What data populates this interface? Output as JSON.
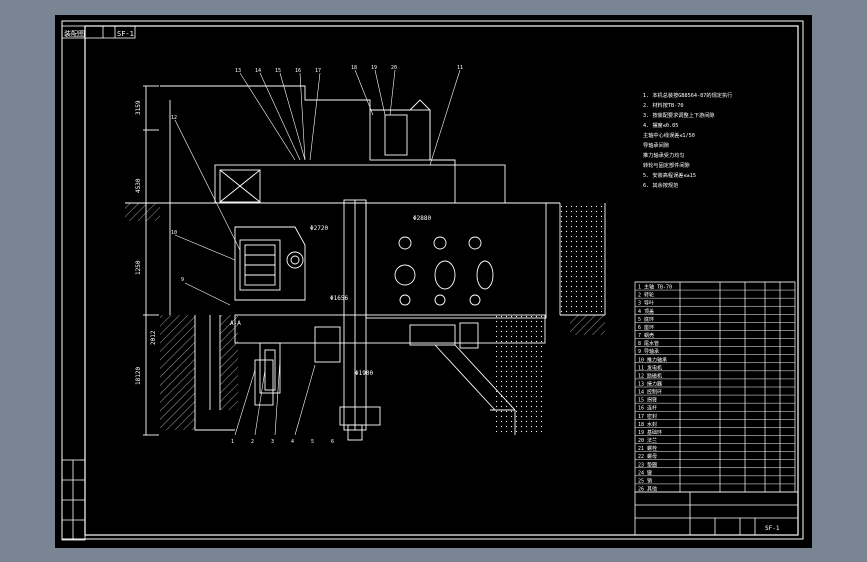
{
  "title_block": {
    "top_left_label": "装配图",
    "top_left_code": "SF-1"
  },
  "section_label": "A-A",
  "dims": {
    "vertical": [
      "3159",
      "4530",
      "1250",
      "18120",
      "2012"
    ],
    "diameters": [
      "Φ2720",
      "Φ1656",
      "Φ1900",
      "Φ2880"
    ]
  },
  "notes": [
    "1. 本机总装按GB8564-87的规定执行",
    "2. 材料按TB-70",
    "3. 按装配要求调整上下游间隙",
    "4. 摆度≤0.05",
    "   主轴中心线误差≤1/50",
    "   导轴承间隙",
    "   推力轴承受力均匀",
    "   转轮与固定部件间隙",
    "5. 安装高程误差≤±15",
    "6. 其余按规范"
  ],
  "bom": {
    "rows": [
      "1 主轴 TB-70",
      "2 转轮",
      "3 导叶",
      "4 顶盖",
      "5 底环",
      "6 座环",
      "7 蜗壳",
      "8 尾水管",
      "9 导轴承",
      "10 推力轴承",
      "11 发电机",
      "12 励磁机",
      "13 接力器",
      "14 控制环",
      "15 拐臂",
      "16 连杆",
      "17 密封",
      "18 水封",
      "19 基础环",
      "20 法兰",
      "21 螺栓",
      "22 螺母",
      "23 垫圈",
      "24 键",
      "25 销",
      "26 其他"
    ],
    "footer_code": "SF-1"
  }
}
